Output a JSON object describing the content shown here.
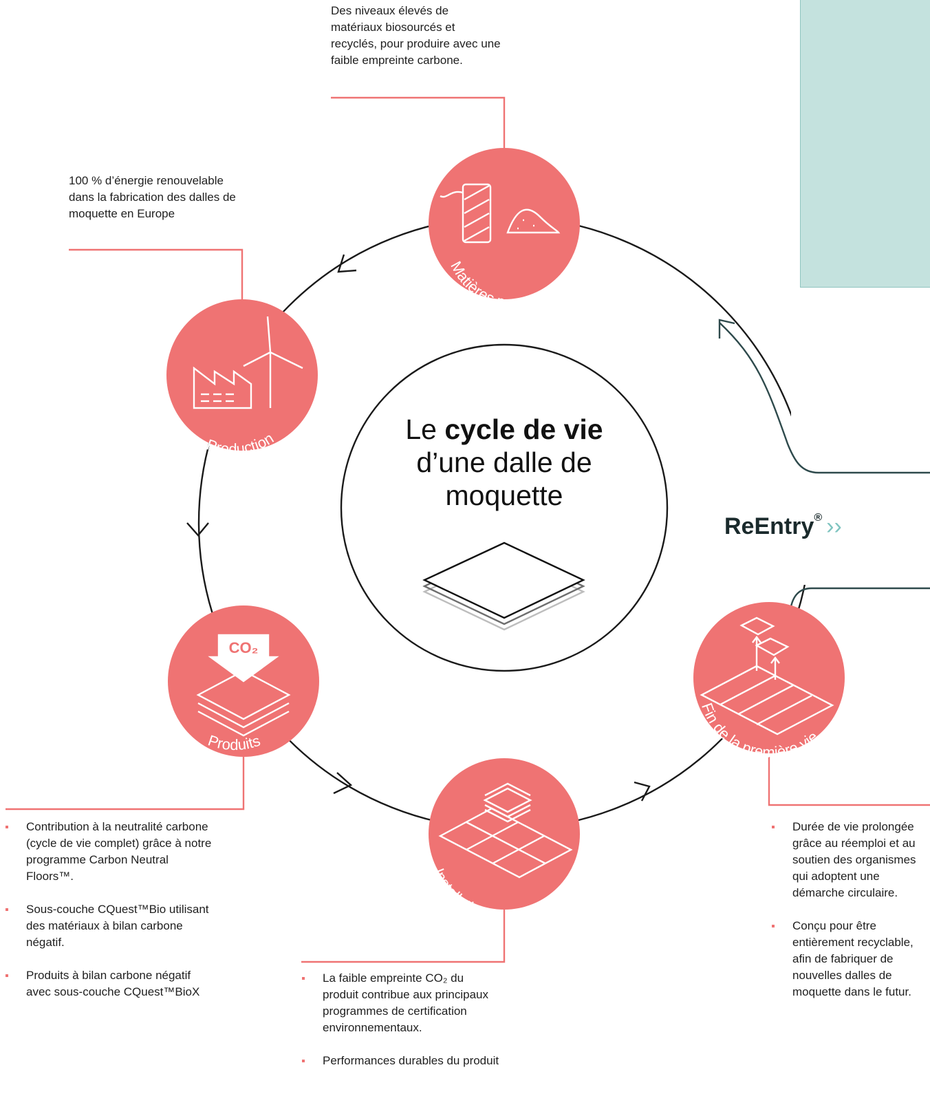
{
  "center": {
    "title_prefix": "Le ",
    "title_bold": "cycle de vie",
    "title_line2": "d’une dalle de",
    "title_line3": "moquette"
  },
  "stages": [
    {
      "label": "Matières premières",
      "icon": "spool-and-powder-icon"
    },
    {
      "label": "Production",
      "icon": "factory-wind-turbine-icon"
    },
    {
      "label": "Produits",
      "icon": "co2-stacked-tiles-icon"
    },
    {
      "label": "Installation et utilisation",
      "icon": "tile-grid-stack-icon"
    },
    {
      "label": "Fin de la première vie",
      "icon": "lifted-tiles-grid-icon"
    }
  ],
  "notes": {
    "raw_materials": "Des niveaux élevés de matériaux biosourcés et recyclés, pour produire avec une faible empreinte carbone.",
    "production": "100 % d’énergie renouvelable dans la fabrication des dalles de moquette en Europe"
  },
  "bullets": {
    "products": [
      "Contribution à la neutralité carbone (cycle de vie complet) grâce à notre programme Carbon Neutral Floors™.",
      "Sous-couche CQuest™Bio utilisant des matériaux à bilan carbone négatif.",
      "Produits à bilan carbone négatif avec sous-couche CQuest™BioX"
    ],
    "installation": [
      "La faible empreinte CO₂ du produit contribue aux principaux programmes de certification environnementaux.",
      "Performances durables du produit"
    ],
    "end_of_life": [
      "Durée de vie prolongée grâce au réemploi et au soutien des organismes qui adoptent une démarche circulaire.",
      "Conçu pour être entièrement recyclable, afin de fabriquer de nouvelles dalles de moquette dans le futur."
    ]
  },
  "reentry": {
    "label": "ReEntry",
    "mark": "®",
    "chevrons": "››"
  },
  "co2_label": "CO₂",
  "colors": {
    "accent": "#ef7373",
    "teal": "#c4e2de",
    "teal_dark": "#2e4a4c",
    "line": "#1a1a1a"
  }
}
